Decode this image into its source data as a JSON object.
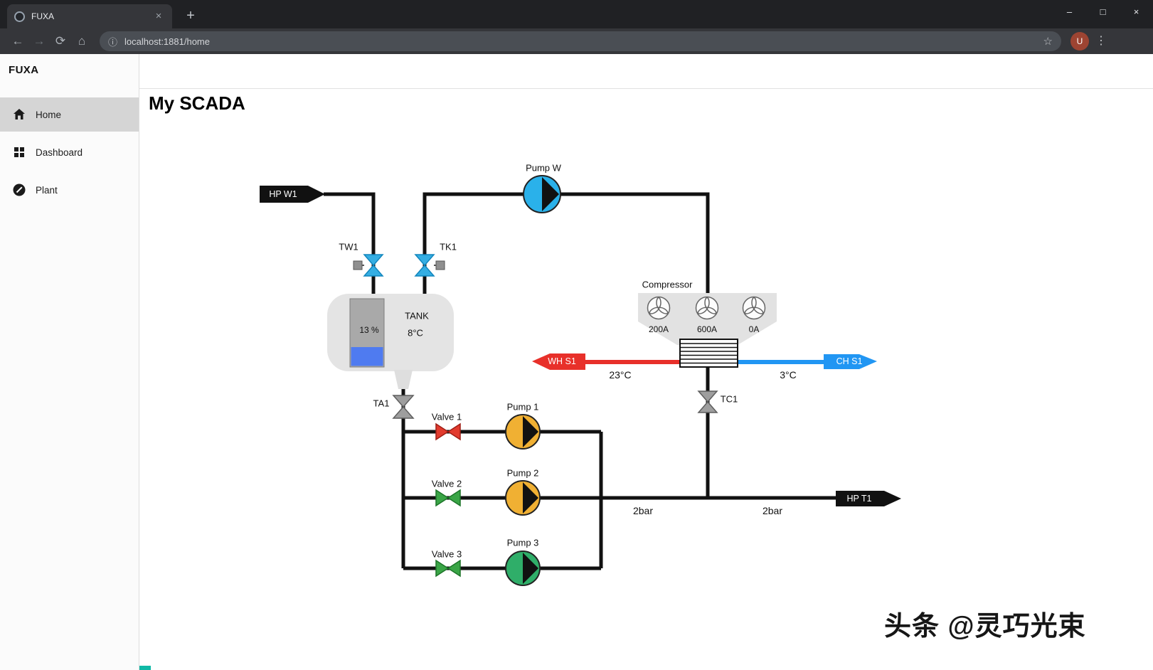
{
  "browser": {
    "tab_title": "FUXA",
    "url": "localhost:1881/home",
    "avatar_letter": "U",
    "icons": {
      "back": "←",
      "forward": "→",
      "reload": "⟳",
      "home": "⌂",
      "info": "ⓘ",
      "star": "☆",
      "menu": "⋮",
      "tab_close": "×",
      "new_tab": "+",
      "minimize": "–",
      "maximize": "□",
      "close": "×"
    }
  },
  "sidebar": {
    "brand": "FUXA",
    "items": [
      {
        "label": "Home",
        "icon": "home-icon",
        "active": true
      },
      {
        "label": "Dashboard",
        "icon": "dashboard-icon",
        "active": false
      },
      {
        "label": "Plant",
        "icon": "plant-icon",
        "active": false
      }
    ]
  },
  "page": {
    "title": "My SCADA"
  },
  "diagram": {
    "flags": {
      "hp_w1": "HP W1",
      "hp_t1": "HP T1",
      "wh_s1": "WH S1",
      "ch_s1": "CH S1"
    },
    "pumps": {
      "pump_w": "Pump W",
      "pump_1": "Pump 1",
      "pump_2": "Pump 2",
      "pump_3": "Pump 3"
    },
    "valves": {
      "tw1": "TW1",
      "tk1": "TK1",
      "ta1": "TA1",
      "tc1": "TC1",
      "valve_1": "Valve 1",
      "valve_2": "Valve 2",
      "valve_3": "Valve 3"
    },
    "tank": {
      "name": "TANK",
      "temperature": "8°C",
      "level": "13 %"
    },
    "compressor": {
      "label": "Compressor",
      "gauges": [
        "200A",
        "600A",
        "0A"
      ]
    },
    "temperatures": {
      "hot_side": "23°C",
      "cold_side": "3°C"
    },
    "pressures": {
      "left": "2bar",
      "right": "2bar"
    }
  },
  "watermark": "头条 @灵巧光束",
  "colors": {
    "pipe": "#111111",
    "hot": "#e8302a",
    "cold": "#2196f3",
    "pump_w": "#2ab1ea",
    "pump_yellow": "#f0b033",
    "pump_green": "#2fae69",
    "valve_blue": "#35aee3",
    "valve_red": "#e23b2e",
    "valve_green": "#3aa546",
    "valve_gray": "#9e9e9e"
  }
}
